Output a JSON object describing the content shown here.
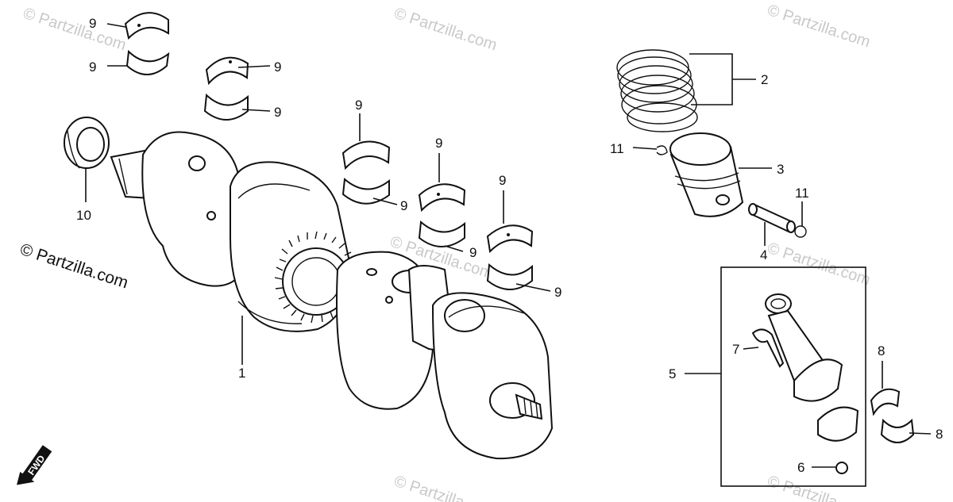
{
  "watermarks": {
    "main": "© Partzilla.com",
    "faint": "© Partzilla.com"
  },
  "direction_label": "FWD",
  "callouts": {
    "c1": "1",
    "c2": "2",
    "c3": "3",
    "c4": "4",
    "c5": "5",
    "c6": "6",
    "c7": "7",
    "c8a": "8",
    "c8b": "8",
    "c9a": "9",
    "c9b": "9",
    "c9c": "9",
    "c9d": "9",
    "c9e": "9",
    "c9f": "9",
    "c9g": "9",
    "c9h": "9",
    "c9i": "9",
    "c9j": "9",
    "c10": "10",
    "c11a": "11",
    "c11b": "11"
  }
}
